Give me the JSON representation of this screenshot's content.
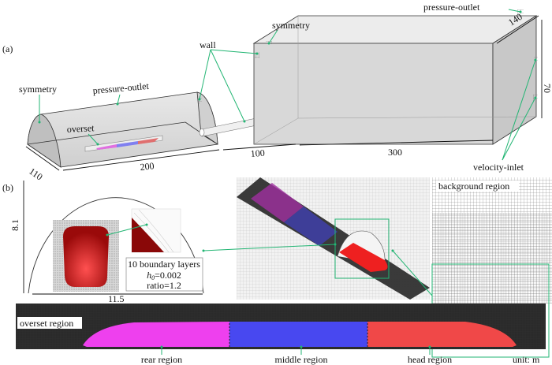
{
  "panel_a": {
    "label": "(a)",
    "labels": {
      "symmetry_left": "symmetry",
      "pressure_outlet_left": "pressure-outlet",
      "overset": "overset",
      "wall": "wall",
      "symmetry_right": "symmetry",
      "pressure_outlet_right": "pressure-outlet",
      "velocity_inlet": "velocity-inlet"
    },
    "dimensions": {
      "tunnel_width": "110",
      "tunnel_length": "200",
      "pipe_length": "100",
      "box_length": "300",
      "box_width": "140",
      "box_height": "70"
    }
  },
  "panel_b": {
    "label": "(b)",
    "dimensions": {
      "height": "8.1",
      "width": "11.5"
    },
    "boundary_box": {
      "line1": "10 boundary layers",
      "line2_sym": "h",
      "line2_sub": "0",
      "line2_val": "=0.002",
      "line3": "ratio=1.2"
    },
    "regions": {
      "background": "background region",
      "overset": "overset region",
      "rear": "rear region",
      "middle": "middle region",
      "head": "head region"
    },
    "unit": "unit: m"
  },
  "colors": {
    "leader": "#22b573",
    "rear": "#e040e8",
    "middle": "#4a4af0",
    "head": "#f04040",
    "train_section": "#b01010"
  }
}
